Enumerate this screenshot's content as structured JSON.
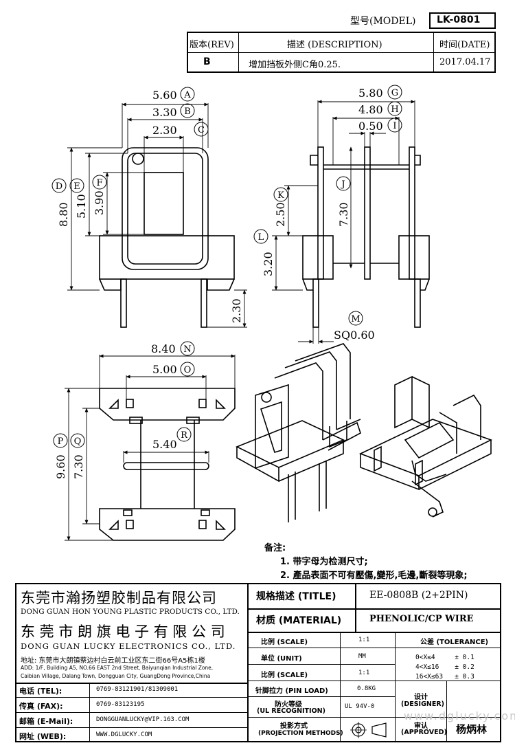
{
  "header": {
    "model_label": "型号(MODEL)",
    "model_value": "LK-0801",
    "rev_label": "版本(REV)",
    "desc_label": "描述 (DESCRIPTION)",
    "date_label": "时间(DATE)",
    "rev_value": "B",
    "desc_value": "增加挡板外侧C角0.25.",
    "date_value": "2017.04.17"
  },
  "dimensions": {
    "A": {
      "value": "5.60",
      "letter": "A"
    },
    "B": {
      "value": "3.30",
      "letter": "B"
    },
    "C": {
      "value": "2.30",
      "letter": "C"
    },
    "D": {
      "value": "8.80",
      "letter": "D"
    },
    "E": {
      "value": "5.10",
      "letter": "E"
    },
    "F": {
      "value": "3.90",
      "letter": "F"
    },
    "G": {
      "value": "5.80",
      "letter": "G"
    },
    "H": {
      "value": "4.80",
      "letter": "H"
    },
    "I": {
      "value": "0.50",
      "letter": "I"
    },
    "J": {
      "value": "7.30",
      "letter": "J"
    },
    "K": {
      "value": "2.50",
      "letter": "K"
    },
    "L": {
      "value": "3.20",
      "letter": "L"
    },
    "pin_len": {
      "value": "2.30"
    },
    "M": {
      "value": "SQ0.60",
      "letter": "M"
    },
    "N": {
      "value": "8.40",
      "letter": "N"
    },
    "O": {
      "value": "5.00",
      "letter": "O"
    },
    "P": {
      "value": "9.60",
      "letter": "P"
    },
    "Q": {
      "value": "7.30",
      "letter": "Q"
    },
    "R": {
      "value": "5.40",
      "letter": "R"
    }
  },
  "notes": {
    "title": "备注:",
    "items": [
      "1. 带字母为检测尺寸;",
      "2. 產品表面不可有壓傷,變形,毛邊,斷裂等現象;"
    ]
  },
  "company": {
    "name1_cn": "东莞市瀚扬塑胶制品有限公司",
    "name1_en": "DONG GUAN HON YOUNG PLASTIC PRODUCTS CO., LTD.",
    "name2_cn": "东 莞 市 朗 旗 电 子 有 限 公 司",
    "name2_en": "DONG GUAN LUCKY ELECTRONICS CO., LTD.",
    "address_cn": "地址: 东莞市大朗镇蔡边村白云前工业区东二街66号A5栋1楼",
    "address_en1": "ADD: 1/F, Building A5, NO.66 EAST 2nd Street, Baiyunqian Industrial Zone,",
    "address_en2": "Caibian Village, Dalang Town, Dongguan City, GuangDong Province,China"
  },
  "contacts": [
    {
      "label": "电话 (TEL):",
      "value": "0769-83121901/81309001"
    },
    {
      "label": "传真 (FAX):",
      "value": "0769-83123195"
    },
    {
      "label": "邮箱 (E-Mail):",
      "value": "DONGGUANLUCKY@VIP.163.COM"
    },
    {
      "label": "网址 (WEB):",
      "value": "WWW.DGLUCKY.COM"
    }
  ],
  "title_block": {
    "title_label": "规格描述 (TITLE)",
    "title_value": "EE-0808B (2+2PIN)",
    "material_label": "材质 (MATERIAL)",
    "material_value": "PHENOLIC/CP WIRE",
    "scale_label": "比例 (SCALE)",
    "scale_value": "1:1",
    "tolerance_label": "公差 (TOLERANCE)",
    "unit_label": "单位 (UNIT)",
    "unit_value": "MM",
    "scale2_label": "比例 (SCALE)",
    "scale2_value": "1:1",
    "tol_rows": [
      "0<X≤4     ± 0.1",
      "4<X≤16    ± 0.2",
      "16<X≤63   ± 0.3"
    ],
    "pin_load_label": "针脚拉力 (PIN LOAD)",
    "pin_load_value": "0.8KG",
    "ul_label_cn": "防火等级",
    "ul_label_en": "(UL RECOGNITION)",
    "ul_value": "UL 94V-0",
    "designer_label_cn": "设计",
    "designer_label_en": "(DESIGNER)",
    "approved_label_cn": "审认",
    "approved_label_en": "(APPROVED)",
    "approver_name": "杨炳林",
    "projection_label_cn": "投影方式",
    "projection_label_en": "(PROJECTION METHODS)",
    "watermark": "www.dglucky.com"
  }
}
